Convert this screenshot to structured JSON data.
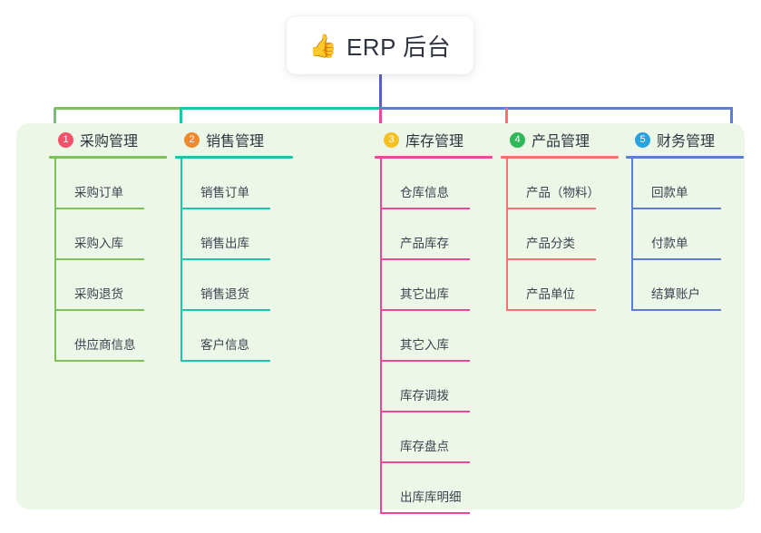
{
  "title": {
    "emoji": "👍",
    "emoji_name": "thumbs-up-icon",
    "text": "ERP 后台"
  },
  "colors": {
    "panel_background": "#edf7e8",
    "page_background": "#ffffff",
    "title_text": "#2f3440",
    "item_text": "#3c4350",
    "column_1": "#7cc256",
    "column_2": "#1fc3ab",
    "column_3": "#e8499b",
    "column_4": "#f4746c",
    "column_5": "#5d7fd1",
    "trunk": "#5661c4",
    "badge_1": "#f4526a",
    "badge_2": "#f08b2c",
    "badge_3": "#f5c122",
    "badge_4": "#2fb857",
    "badge_5": "#29a3e0"
  },
  "columns": [
    {
      "index": "1",
      "badge": "1",
      "badge_color": "#f4526a",
      "line_color": "#7cc256",
      "title": "采购管理",
      "items": [
        {
          "label": "采购订单"
        },
        {
          "label": "采购入库"
        },
        {
          "label": "采购退货"
        },
        {
          "label": "供应商信息"
        }
      ]
    },
    {
      "index": "2",
      "badge": "2",
      "badge_color": "#f08b2c",
      "line_color": "#1fc3ab",
      "title": "销售管理",
      "items": [
        {
          "label": "销售订单"
        },
        {
          "label": "销售出库"
        },
        {
          "label": "销售退货"
        },
        {
          "label": "客户信息"
        }
      ]
    },
    {
      "index": "3",
      "badge": "3",
      "badge_color": "#f5c122",
      "line_color": "#e8499b",
      "title": "库存管理",
      "items": [
        {
          "label": "仓库信息"
        },
        {
          "label": "产品库存"
        },
        {
          "label": "其它出库"
        },
        {
          "label": "其它入库"
        },
        {
          "label": "库存调拨"
        },
        {
          "label": "库存盘点"
        },
        {
          "label": "出库库明细"
        }
      ]
    },
    {
      "index": "4",
      "badge": "4",
      "badge_color": "#2fb857",
      "line_color": "#f4746c",
      "title": "产品管理",
      "items": [
        {
          "label": "产品（物料）"
        },
        {
          "label": "产品分类"
        },
        {
          "label": "产品单位"
        }
      ]
    },
    {
      "index": "5",
      "badge": "5",
      "badge_color": "#29a3e0",
      "line_color": "#5d7fd1",
      "title": "财务管理",
      "items": [
        {
          "label": "回款单"
        },
        {
          "label": "付款单"
        },
        {
          "label": "结算账户"
        }
      ]
    }
  ]
}
